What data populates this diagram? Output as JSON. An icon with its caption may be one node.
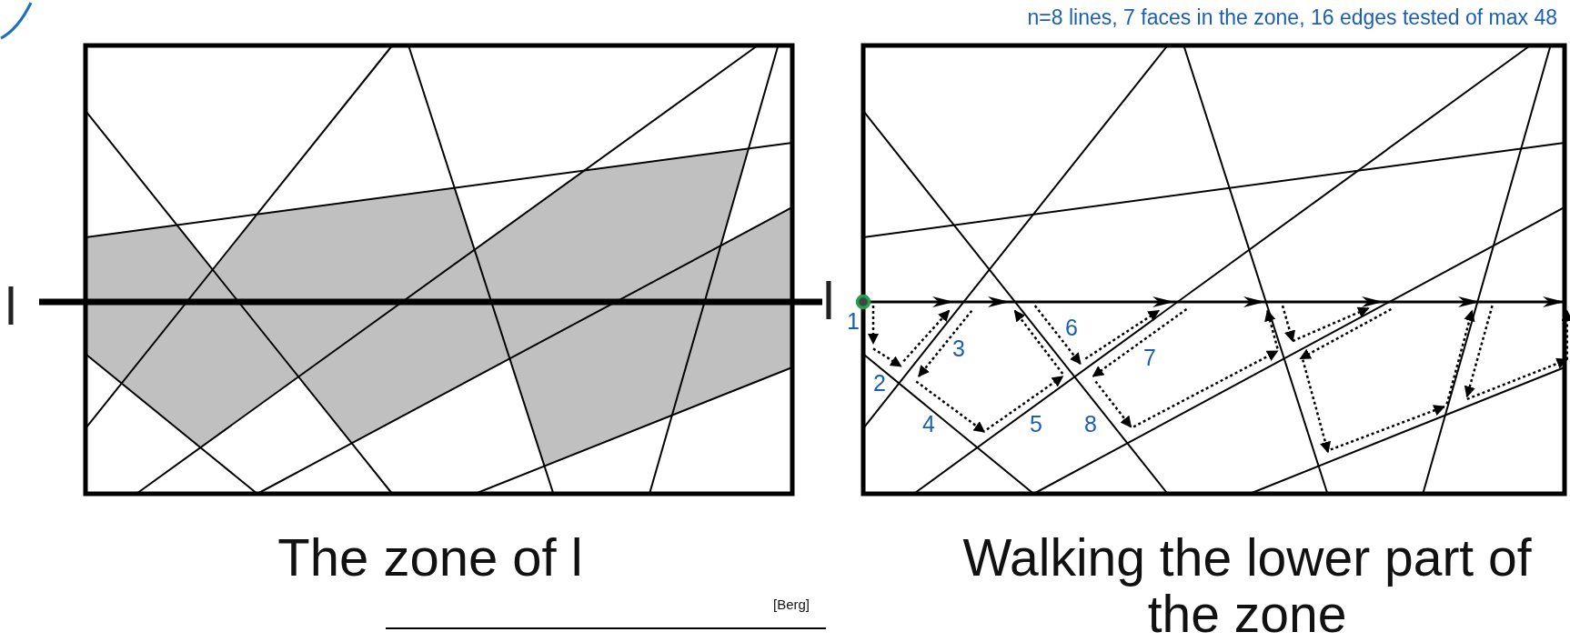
{
  "diagram": {
    "labels": [
      "n=8 lines, 7 faces in the zone, 16 edges tested of max 48",
      "l",
      "l",
      "1",
      "2",
      "3",
      "4",
      "5",
      "6",
      "7",
      "8",
      "The zone of l",
      "Walking the lower part of the zone",
      "[Berg]"
    ]
  }
}
